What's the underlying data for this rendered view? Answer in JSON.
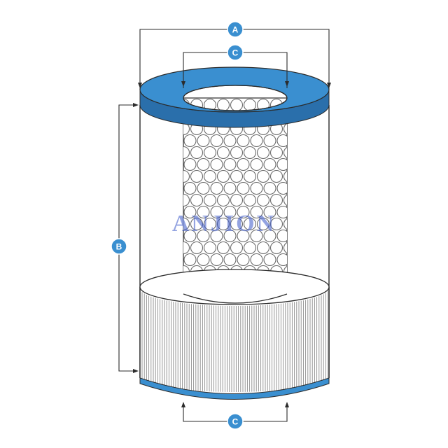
{
  "colors": {
    "accent": "#3a8fd0",
    "accent_dark": "#2a6fab",
    "outline": "#2b2b2b",
    "perforation": "#6a6a6a",
    "pleat": "#8a8a8a",
    "watermark": "#3b57c9"
  },
  "dimensions": [
    {
      "label": "A"
    },
    {
      "label": "C"
    },
    {
      "label": "B"
    },
    {
      "label": "C"
    }
  ],
  "watermark": {
    "text": "ANJION"
  }
}
